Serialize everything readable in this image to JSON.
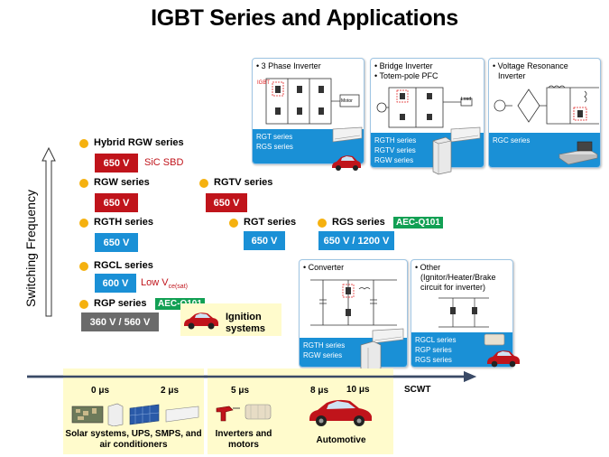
{
  "title": "IGBT Series and Applications",
  "axis": {
    "y_label": "Switching Frequency",
    "x_label": "SCWT"
  },
  "series": {
    "hybrid_rgw": {
      "name": "Hybrid RGW series",
      "voltage": "650 V",
      "note": "SiC SBD"
    },
    "rgw": {
      "name": "RGW series",
      "voltage": "650 V"
    },
    "rgtv": {
      "name": "RGTV series",
      "voltage": "650 V"
    },
    "rgth": {
      "name": "RGTH series",
      "voltage": "650 V"
    },
    "rgt": {
      "name": "RGT series",
      "voltage": "650 V"
    },
    "rgs": {
      "name": "RGS series",
      "voltage": "650 V / 1200 V",
      "badge": "AEC-Q101"
    },
    "rgcl": {
      "name": "RGCL series",
      "voltage": "600 V",
      "note": "Low V",
      "note_sub": "ce(sat)"
    },
    "rgp": {
      "name": "RGP series",
      "voltage": "360 V / 560 V",
      "badge": "AEC-Q101"
    }
  },
  "ignition": "Ignition systems",
  "cards": {
    "three_phase": {
      "title": "• 3 Phase Inverter",
      "series": [
        "RGT series",
        "RGS series"
      ],
      "igbt_label": "IGBT",
      "motor_label": "Motor"
    },
    "bridge": {
      "title1": "• Bridge Inverter",
      "title2": "• Totem-pole PFC",
      "series": [
        "RGTH series",
        "RGTV series",
        "RGW series"
      ],
      "load_label": "Load"
    },
    "voltage_resonance": {
      "title1": "• Voltage Resonance",
      "title2": "Inverter",
      "series": [
        "RGC series"
      ]
    },
    "converter": {
      "title": "• Converter",
      "series": [
        "RGTH series",
        "RGW series"
      ]
    },
    "other": {
      "title1": "• Other",
      "title2": "(Ignitor/Heater/Brake",
      "title3": "circuit for inverter)",
      "series": [
        "RGCL series",
        "RGP series",
        "RGS series"
      ]
    }
  },
  "timeline": {
    "ticks": [
      "0 μs",
      "2 μs",
      "5 μs",
      "8 μs",
      "10 μs"
    ],
    "groups": {
      "solar": "Solar systems, UPS, SMPS, and air conditioners",
      "inverters": "Inverters and motors",
      "automotive": "Automotive"
    }
  },
  "colors": {
    "red": "#c0141b",
    "blue": "#1a90d6",
    "gray": "#6b6b6b",
    "green": "#12a054",
    "dot": "#f5b10f",
    "yellow_bg": "#fffbcc"
  }
}
